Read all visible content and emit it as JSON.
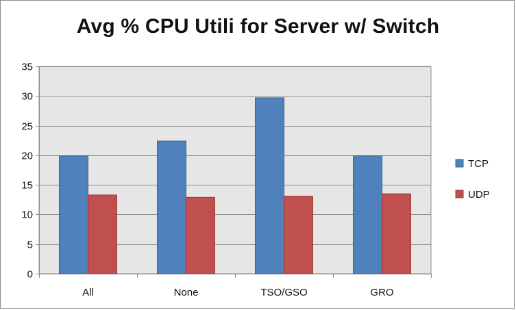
{
  "chart_data": {
    "type": "bar",
    "title": "Avg % CPU Utili for Server w/ Switch",
    "xlabel": "",
    "ylabel": "",
    "categories": [
      "All",
      "None",
      "TSO/GSO",
      "GRO"
    ],
    "series": [
      {
        "name": "TCP",
        "color": "#4f81bd",
        "values": [
          19.9,
          22.4,
          29.7,
          19.9
        ]
      },
      {
        "name": "UDP",
        "color": "#c0504d",
        "values": [
          13.3,
          12.9,
          13.1,
          13.5
        ]
      }
    ],
    "ylim": [
      0,
      35
    ],
    "yticks": [
      "0",
      "5",
      "10",
      "15",
      "20",
      "25",
      "30",
      "35"
    ],
    "grid": true,
    "legend_position": "right",
    "plot_background": "#e6e6e6"
  }
}
